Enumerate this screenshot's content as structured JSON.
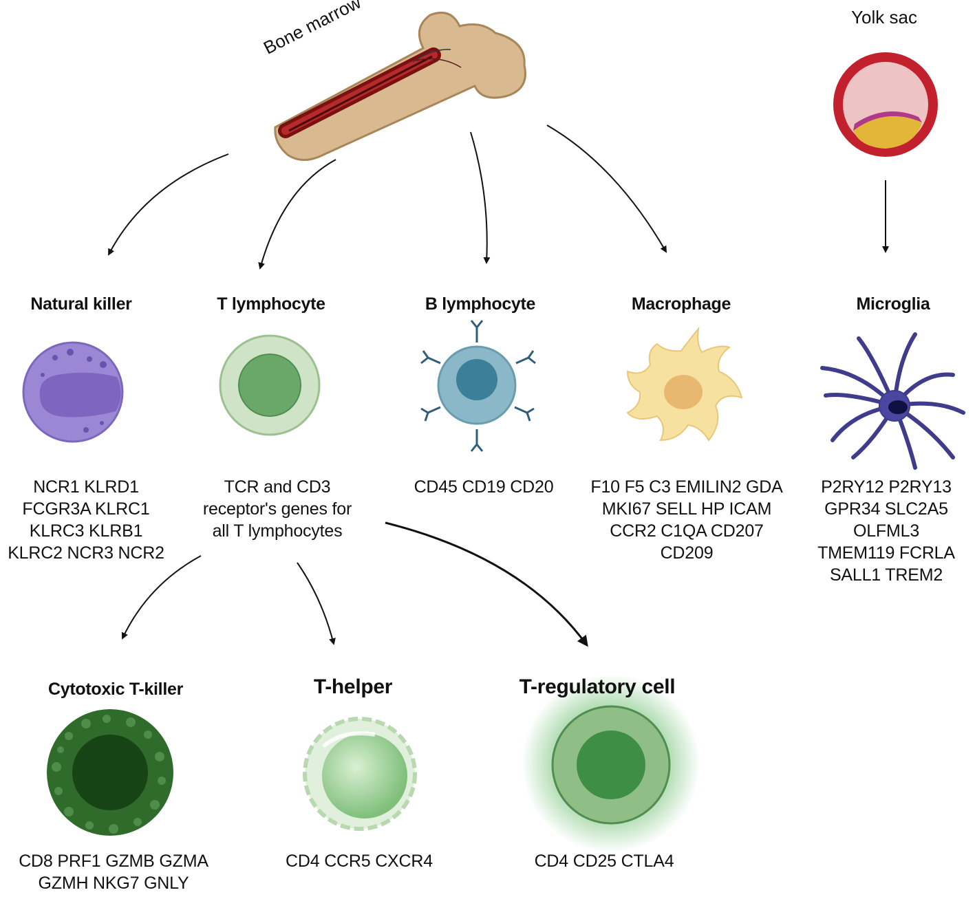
{
  "sources": {
    "bone_marrow": "Bone marrow",
    "yolk_sac": "Yolk sac"
  },
  "cells": {
    "nk": {
      "title": "Natural killer",
      "genes": [
        "NCR1 KLRD1",
        "FCGR3A KLRC1",
        "KLRC3 KLRB1",
        "KLRC2 NCR3 NCR2"
      ]
    },
    "t": {
      "title": "T lymphocyte",
      "genes": [
        "TCR and CD3",
        "receptor's genes for",
        "all T lymphocytes"
      ]
    },
    "b": {
      "title": "B lymphocyte",
      "genes": [
        "CD45 CD19 CD20"
      ]
    },
    "macro": {
      "title": "Macrophage",
      "genes": [
        "F10 F5 C3 EMILIN2 GDA",
        "MKI67 SELL HP ICAM",
        "CCR2 C1QA CD207",
        "CD209"
      ]
    },
    "micro": {
      "title": "Microglia",
      "genes": [
        "P2RY12 P2RY13",
        "GPR34 SLC2A5",
        "OLFML3",
        "TMEM119 FCRLA",
        "SALL1 TREM2"
      ]
    },
    "ctl": {
      "title": "Cytotoxic T-killer",
      "genes": [
        "CD8 PRF1 GZMB GZMA",
        "GZMH NKG7 GNLY"
      ]
    },
    "th": {
      "title": "T-helper",
      "genes": [
        "CD4 CCR5  CXCR4"
      ]
    },
    "treg": {
      "title": "T-regulatory cell",
      "genes": [
        "CD4  CD25  CTLA4"
      ]
    }
  },
  "colors": {
    "nk": "#9b87d4",
    "t": "#cfe3c6",
    "b": "#8bb8c8",
    "macro": "#f7e1a0",
    "micro": "#3f3c8c",
    "ctl": "#2f6b2a",
    "th": "#a9d6a4",
    "treg": "#6aa86a",
    "marrow": "#9b1f1f",
    "bone": "#d9b990"
  }
}
